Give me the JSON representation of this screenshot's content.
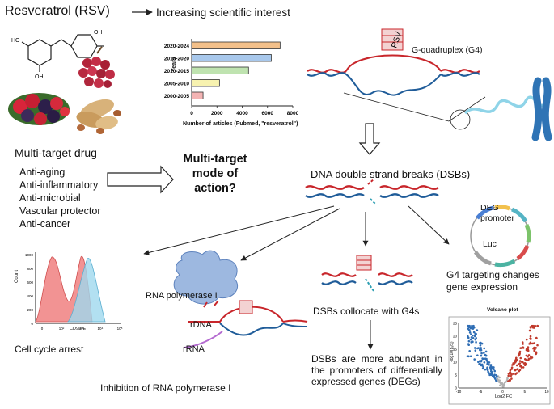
{
  "header": {
    "title": "Resveratrol (RSV)",
    "subtitle": "Increasing scientific interest"
  },
  "publications_chart": {
    "y_axis_label": "Years",
    "x_axis_label": "Number of articles (Pubmed, \"resveratrol\")",
    "categories": [
      "2020-2024",
      "2015-2020",
      "2010-2015",
      "2005-2010",
      "2000-2005"
    ],
    "ticks": [
      "0",
      "2000",
      "4000",
      "6000",
      "8000"
    ]
  },
  "chart_data": [
    {
      "type": "bar",
      "orientation": "horizontal",
      "categories": [
        "2020-2024",
        "2015-2020",
        "2010-2015",
        "2005-2010",
        "2000-2005"
      ],
      "values": [
        7000,
        6300,
        4500,
        2200,
        900
      ],
      "xlabel": "Number of articles (Pubmed, \"resveratrol\")",
      "ylabel": "Years",
      "xlim": [
        0,
        8000
      ],
      "colors": [
        "#f3c08a",
        "#a8c8ec",
        "#bfe3b0",
        "#f7f2b0",
        "#f3b4b4"
      ]
    },
    {
      "type": "scatter",
      "title": "Volcano plot",
      "xlabel": "Log2 FC",
      "ylabel": "-log10(pₐdⱼ)",
      "xlim": [
        -10,
        10
      ],
      "ylim": [
        0,
        25
      ],
      "x_ticks": [
        "-10",
        "-5",
        "0",
        "5",
        "10"
      ],
      "y_ticks": [
        "0",
        "5",
        "10",
        "15",
        "20",
        "25"
      ]
    },
    {
      "type": "area",
      "xlabel": "CD9-PE",
      "ylabel": "Count",
      "y_ticks": [
        "0",
        "200",
        "400",
        "600",
        "800",
        "1000"
      ],
      "x_ticks": [
        "0",
        "10²",
        "10³",
        "10⁴",
        "10⁵"
      ]
    }
  ],
  "drug": {
    "heading": "Multi-target drug",
    "items": [
      "Anti-aging",
      "Anti-inflammatory",
      "Anti-microbial",
      "Vascular protector",
      "Anti-cancer"
    ]
  },
  "moa": {
    "text": "Multi-target mode of action?"
  },
  "g4": {
    "label": "G-quadruplex (G4)",
    "rsv_tag": "RSV"
  },
  "dsb": {
    "title": "DNA double strand breaks (DSBs)",
    "deg_label": "DEG promoter",
    "luc_label": "Luc",
    "g4_changes": "G4 targeting changes gene expression",
    "colocate": "DSBs collocate with G4s",
    "abundant": "DSBs are more abundant in the promoters of differentially expressed genes (DEGs)"
  },
  "pol": {
    "label": "RNA polymerase I",
    "rdna": "rDNA",
    "rrna": "rRNA",
    "inhibition": "Inhibition of RNA polymerase I"
  },
  "cell_cycle": {
    "label": "Cell cycle arrest"
  },
  "colors": {
    "dna_red": "#c8262b",
    "dna_blue": "#1f5c99",
    "arrow": "#222222",
    "chromosome": "#2f74b5",
    "polymerase": "#9db8e0",
    "volcano_up": "#c0392b",
    "volcano_down": "#2e6db4",
    "volcano_ns": "#b0b0b0",
    "flow_red": "#f08080",
    "flow_blue": "#9fd8ee"
  }
}
